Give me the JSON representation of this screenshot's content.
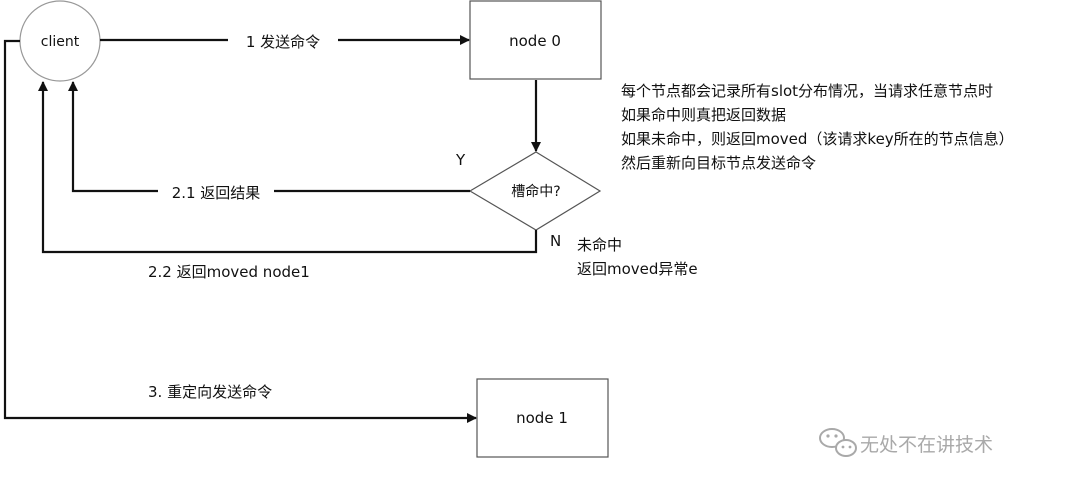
{
  "nodes": {
    "client": "client",
    "node0": "node 0",
    "node1": "node 1",
    "decision": "槽命中?"
  },
  "edges": {
    "send": "1 发送命令",
    "hit_result": "2.1 返回结果",
    "moved": "2.2 返回moved node1",
    "redirect": "3. 重定向发送命令",
    "yes": "Y",
    "no": "N"
  },
  "notes": {
    "miss": [
      "未命中",
      "返回moved异常e"
    ],
    "explanation": [
      "每个节点都会记录所有slot分布情况，当请求任意节点时",
      "如果命中则真把返回数据",
      "如果未命中，则返回moved（该请求key所在的节点信息）",
      "然后重新向目标节点发送命令"
    ]
  },
  "watermark": "无处不在讲技术",
  "colors": {
    "line": "#111111",
    "node_border": "#555555",
    "client_border": "#999999",
    "watermark": "#a9a9a9"
  }
}
